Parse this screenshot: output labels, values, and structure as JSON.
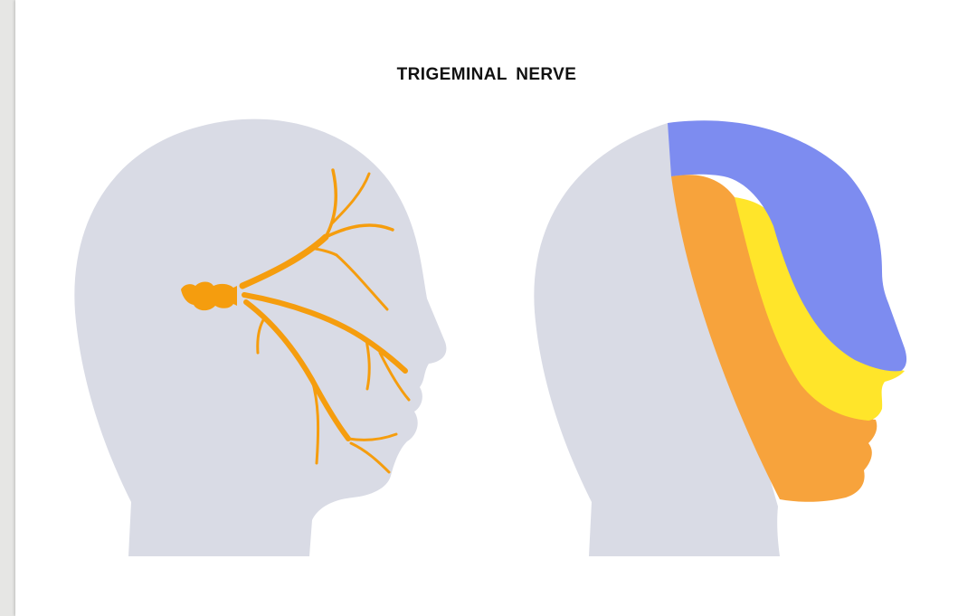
{
  "diagram": {
    "title": "TRIGEMINAL NERVE",
    "colors": {
      "background_margin": "#e6e6e4",
      "slide": "#ffffff",
      "head": "#d9dbe5",
      "nerve": "#f59d0e",
      "ophthalmic_zone": "#7d8cf0",
      "maxillary_zone": "#ffe52a",
      "mandibular_zone": "#f7a33c"
    },
    "icons": {
      "left_head": "head-profile-with-nerve-branches",
      "right_head": "head-profile-with-dermatome-zones"
    }
  }
}
